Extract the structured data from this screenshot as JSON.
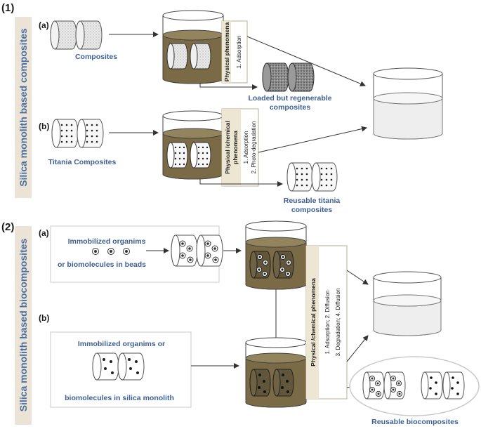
{
  "section1": {
    "number": "(1)",
    "side_title": "Silica monolith based composites",
    "a": {
      "tag": "(a)",
      "label": "Composites",
      "phenomena_title": "Physical phenomena",
      "phenomena_items": "1. Adsorption",
      "product_line1": "Loaded but regenerable",
      "product_line2": "composites"
    },
    "b": {
      "tag": "(b)",
      "label": "Titania Composites",
      "phenomena_title_line1": "Physical /chemical",
      "phenomena_title_line2": "phenomena",
      "phenomena_item1": "1. Adsorption",
      "phenomena_item2": "2. Photo-degradation",
      "product_line1": "Reusable titania",
      "product_line2": "composites"
    }
  },
  "section2": {
    "number": "(2)",
    "side_title": "Silica monolith based biocomposites",
    "a": {
      "tag": "(a)",
      "label_line1": "Immobilized organims",
      "label_line2": "or biomolecules in beads"
    },
    "b": {
      "tag": "(b)",
      "label_line1": "Immobilized organims or",
      "label_line2": "biomolecules in silica monolith"
    },
    "phenomena_title": "Physical /chemical  phenomena",
    "phenomena_item1": "1. Adsorption; 2. Diffusion",
    "phenomena_item2": "3. Degradation; 4. Diffusion",
    "product": "Reusable biocomposites"
  },
  "colors": {
    "liquid": "#7a6a45",
    "side_band": "#ebe4d6",
    "label_blue": "#3d5f93",
    "box_border": "#b7b091"
  }
}
